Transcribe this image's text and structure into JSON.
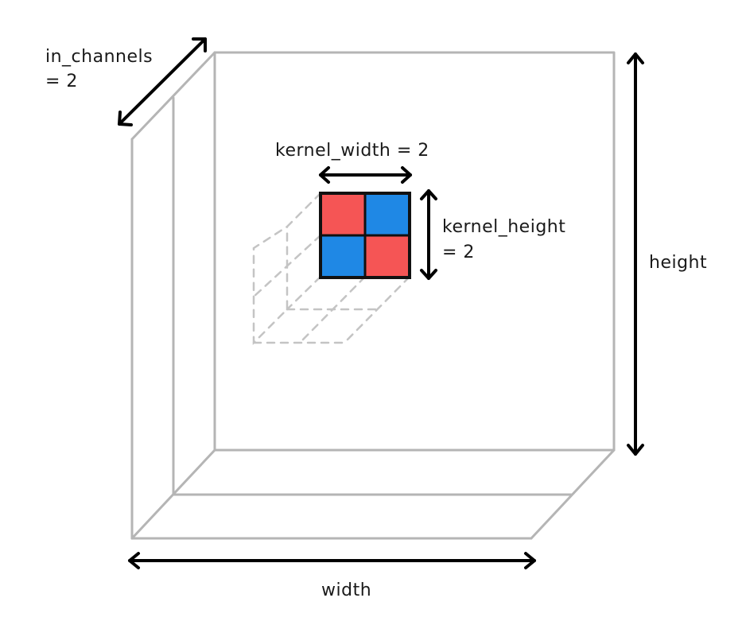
{
  "labels": {
    "in_channels_line1": "in_channels",
    "in_channels_line2": "= 2",
    "kernel_width": "kernel_width = 2",
    "kernel_height_line1": "kernel_height",
    "kernel_height_line2": "= 2",
    "height": "height",
    "width": "width"
  },
  "kernel": {
    "cells": [
      {
        "row": 0,
        "col": 0,
        "color": "#f55555"
      },
      {
        "row": 0,
        "col": 1,
        "color": "#1f88e5"
      },
      {
        "row": 1,
        "col": 0,
        "color": "#1f88e5"
      },
      {
        "row": 1,
        "col": 1,
        "color": "#f55555"
      }
    ]
  },
  "colors": {
    "volume_edge": "#b5b5b5",
    "dashed_depth": "#c4c4c4",
    "arrow": "#000000",
    "red": "#f55555",
    "blue": "#1f88e5"
  }
}
